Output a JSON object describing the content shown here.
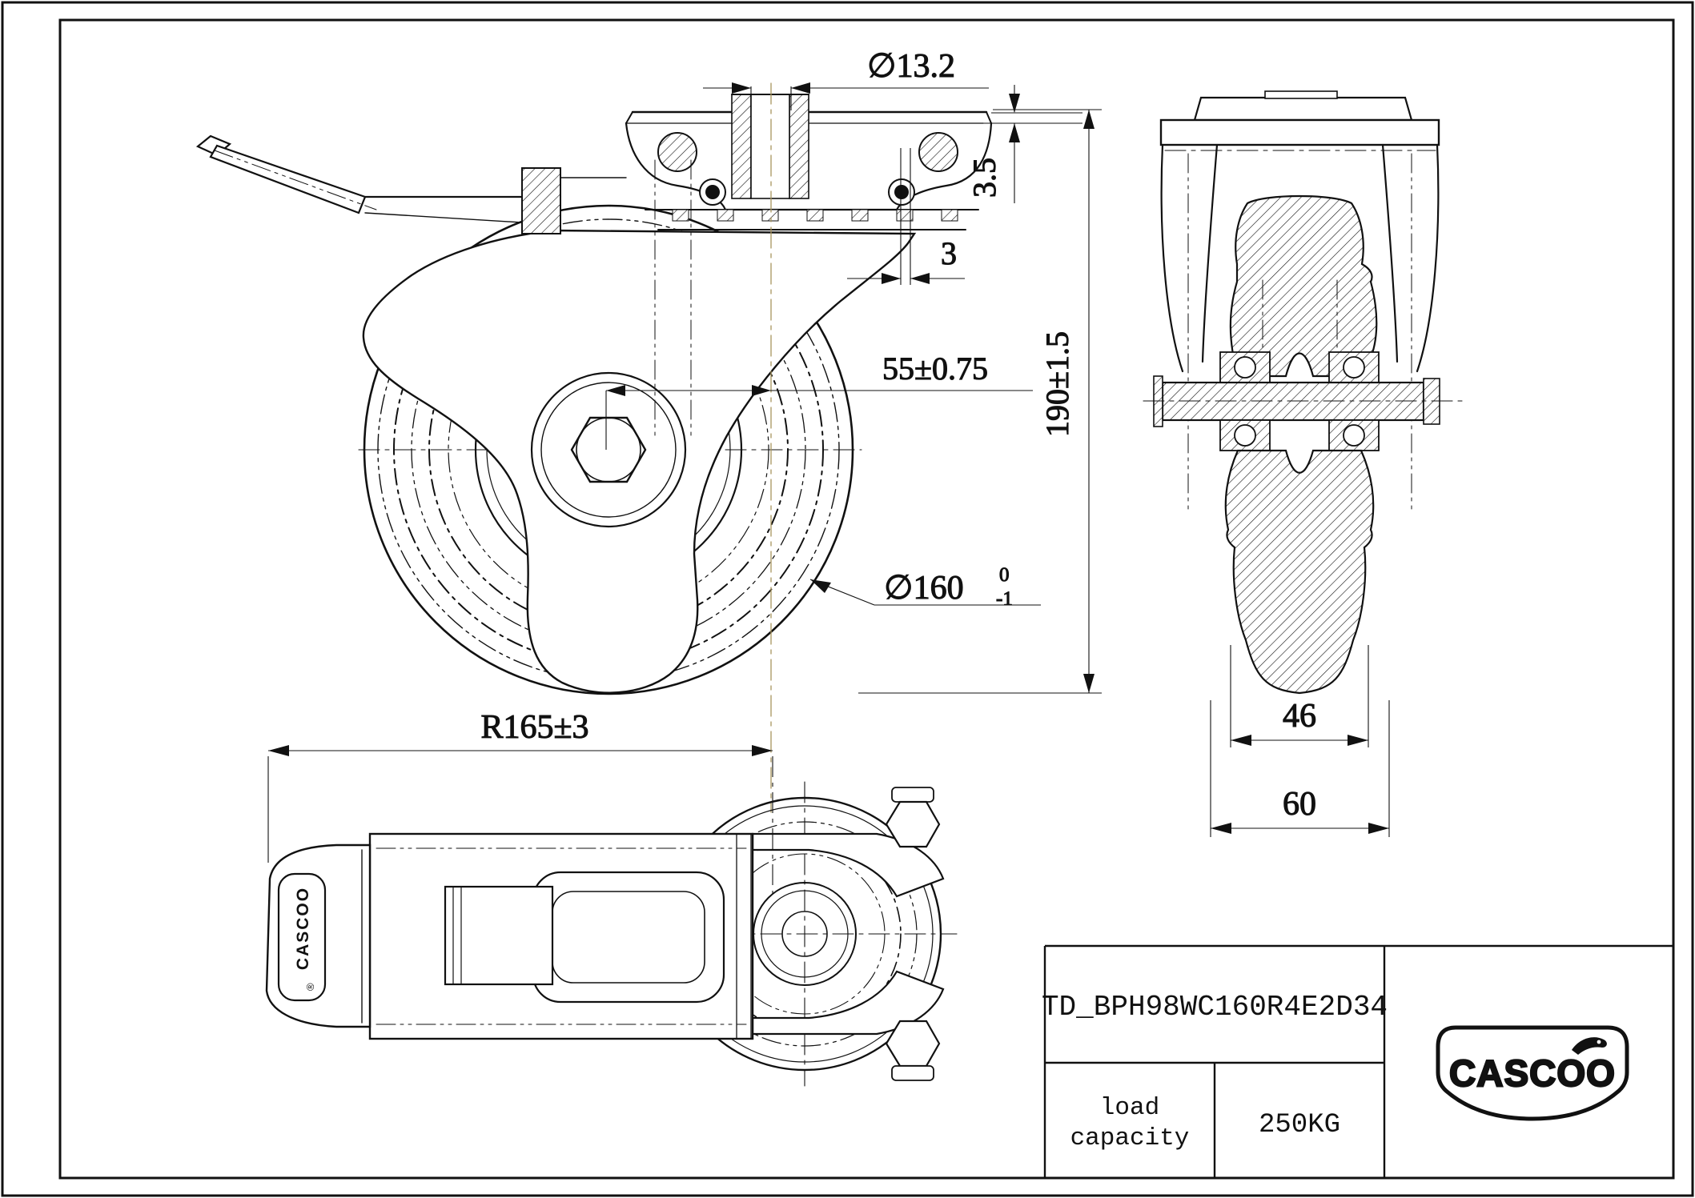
{
  "side_view": {
    "dim_bolt_hole": "∅13.2",
    "dim_plate_thickness": "3.5",
    "dim_lip": "3",
    "dim_offset": "55±0.75",
    "dim_height": "190±1.5",
    "dim_wheel_dia": "∅160",
    "dim_wheel_dia_tol_upper": "0",
    "dim_wheel_dia_tol_lower": "-1"
  },
  "front_view": {
    "dim_tread_width": "46",
    "dim_overall_width": "60"
  },
  "plan_view": {
    "dim_swivel_radius": "R165±3",
    "pedal_brand": "CASCOO",
    "pedal_registered": "®"
  },
  "title_block": {
    "part_number": "TD_BPH98WC160R4E2D34",
    "load_capacity_line1": "load",
    "load_capacity_line2": "capacity",
    "load_capacity_value": "250KG",
    "brand": "CASCOO"
  },
  "colors": {
    "line": "#111111",
    "accent_centerline": "#a8955e",
    "paper": "#ffffff"
  }
}
